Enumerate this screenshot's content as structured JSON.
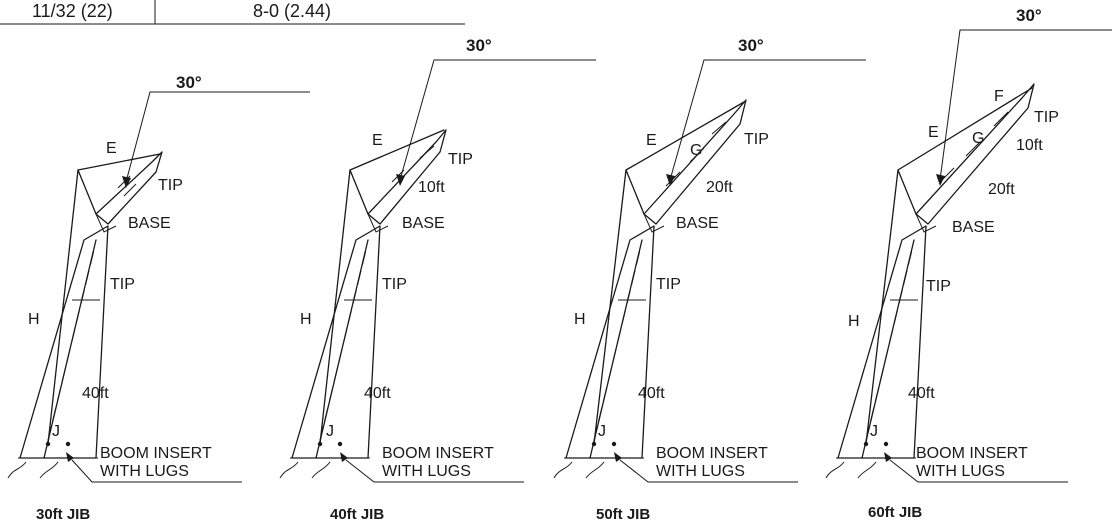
{
  "table_fragment": {
    "cells": [
      "11/32 (22)",
      "8-0 (2.44)"
    ]
  },
  "angle_label": "30°",
  "labels": {
    "rear_pendant": "E",
    "jib_pendant_f": "F",
    "jib_pendant_g": "G",
    "front_pendant": "H",
    "lug_pendant": "J",
    "jib_tip": "TIP",
    "jib_base": "BASE",
    "boom_tip": "TIP",
    "boom_section": "40ft",
    "insert_10ft": "10ft",
    "insert_20ft": "20ft",
    "boom_insert_line1": "BOOM INSERT",
    "boom_insert_line2": "WITH LUGS"
  },
  "configurations": [
    {
      "caption": "30ft  JIB"
    },
    {
      "caption": "40ft  JIB"
    },
    {
      "caption": "50ft  JIB"
    },
    {
      "caption": "60ft  JIB"
    }
  ]
}
